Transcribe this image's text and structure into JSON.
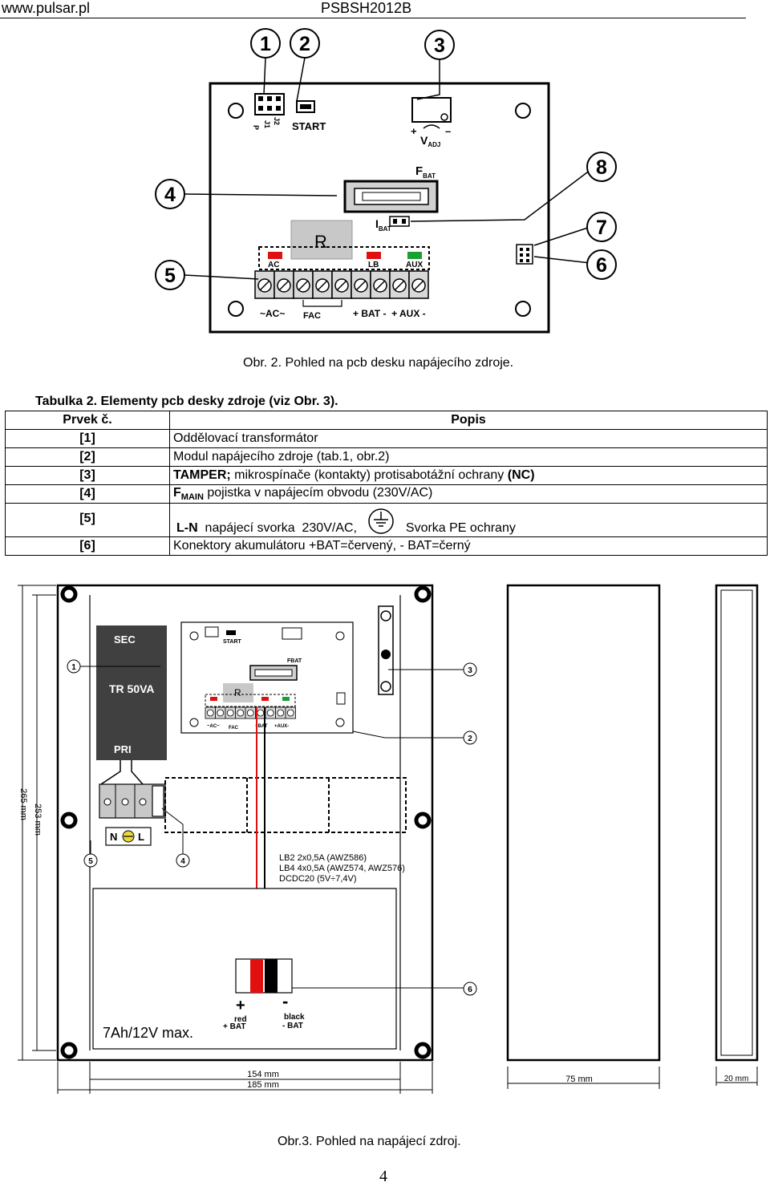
{
  "header": {
    "site": "www.pulsar.pl",
    "model": "PSBSH2012B"
  },
  "figure2": {
    "caption": "Obr. 2. Pohled na pcb desku napájecího zdroje.",
    "callouts": [
      "1",
      "2",
      "3",
      "4",
      "5",
      "6",
      "7",
      "8"
    ],
    "labels": {
      "start": "START",
      "vadj": "V",
      "vadj_sub": "ADJ",
      "plus": "+",
      "minus": "–",
      "fbat": "F",
      "fbat_sub": "BAT",
      "ibat": "I",
      "ibat_sub": "BAT",
      "r": "R",
      "ac": "AC",
      "lb": "LB",
      "aux": "AUX",
      "ac_term": "~AC~",
      "fac": "FAC",
      "bat_aux_term": "+ BAT -  + AUX -",
      "j2": "J2",
      "j1": "J1",
      "p": "P",
      "bat_small": "BAT",
      "ac_small": "AC"
    }
  },
  "table2": {
    "title": "Tabulka 2. Elementy pcb desky zdroje (viz Obr. 3).",
    "col1": "Prvek č.",
    "col2": "Popis",
    "rows": [
      {
        "id": "[1]",
        "desc": "Oddělovací transformátor"
      },
      {
        "id": "[2]",
        "desc": "Modul napájecího zdroje (tab.1, obr.2)"
      },
      {
        "id": "[3]",
        "desc_bold": "TAMPER;",
        "desc": " mikrospínače (kontakty) protisabotážní ochrany ",
        "desc_bold2": "(NC)"
      },
      {
        "id": "[4]",
        "desc_bold": "F",
        "desc_sub": "MAIN",
        "desc": " pojistka v napájecím obvodu (230V/AC)"
      },
      {
        "id": "[5]",
        "desc_bold": "L-N",
        "desc": "  napájecí svorka  230V/AC,",
        "desc2": "Svorka PE ochrany"
      },
      {
        "id": "[6]",
        "desc": "Konektory akumulátoru +BAT=červený, - BAT=černý"
      }
    ]
  },
  "figure3": {
    "caption": "Obr.3. Pohled na napájecí zdroj.",
    "transformer": {
      "sec": "SEC",
      "model": "TR 50VA",
      "pri": "PRI"
    },
    "callouts": [
      "1",
      "2",
      "3",
      "4",
      "5",
      "6"
    ],
    "nl": {
      "n": "N",
      "l": "L"
    },
    "modules": [
      "LB2 2x0,5A (AWZ586)",
      "LB4 4x0,5A (AWZ574, AWZ576)",
      "DCDC20 (5V÷7,4V)"
    ],
    "battery": {
      "capacity": "7Ah/12V max.",
      "plus_sign": "+",
      "minus_sign": "-",
      "red_label": "red",
      "red_term": "+ BAT",
      "black_label": "black",
      "black_term": "- BAT"
    },
    "dimensions": {
      "h_outer": "265 mm",
      "h_inner": "253 mm",
      "w_inner": "154 mm",
      "w_outer": "185 mm",
      "door": "75 mm",
      "side": "20 mm"
    },
    "mini_labels": {
      "start": "START",
      "fbat": "FBAT",
      "r": "R",
      "ac": "~AC~",
      "fac": "FAC",
      "bat": "+BAT",
      "aux": "+AUX-"
    }
  },
  "page_number": "4"
}
